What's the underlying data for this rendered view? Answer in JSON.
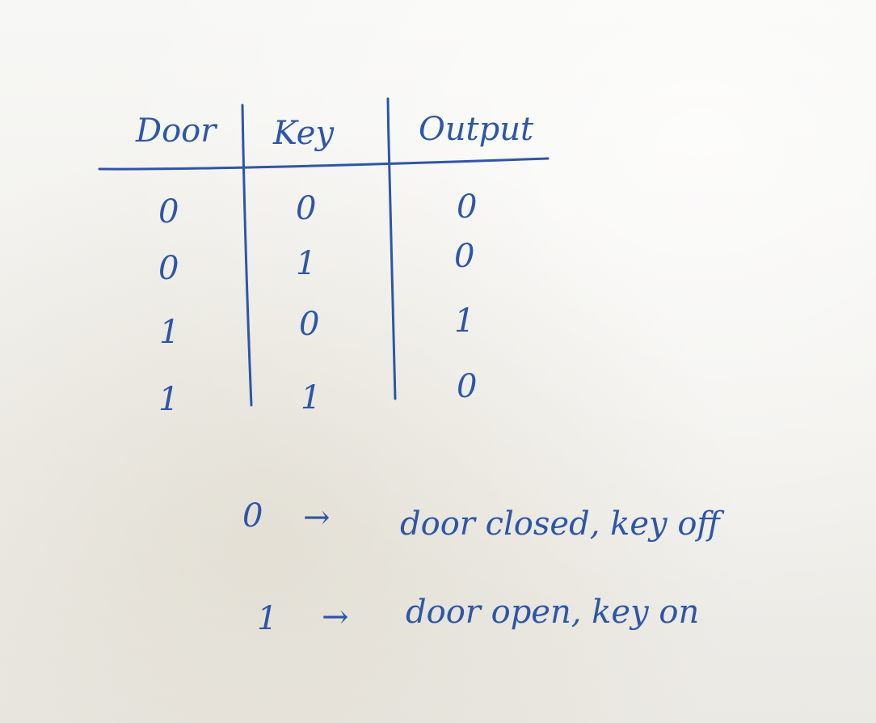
{
  "truth_table": {
    "headers": [
      "Door",
      "Key",
      "Output"
    ],
    "rows": [
      [
        "0",
        "0",
        "0"
      ],
      [
        "0",
        "1",
        "0"
      ],
      [
        "1",
        "0",
        "1"
      ],
      [
        "1",
        "1",
        "0"
      ]
    ]
  },
  "legend": [
    {
      "value": "0",
      "arrow": "→",
      "meaning": "door closed, key off"
    },
    {
      "value": "1",
      "arrow": "→",
      "meaning": "door open, key on"
    }
  ],
  "colors": {
    "ink": "#2d56a8",
    "paper": "#f4f4f1"
  }
}
